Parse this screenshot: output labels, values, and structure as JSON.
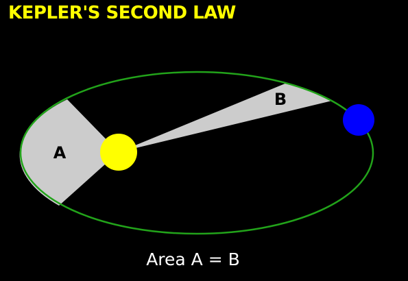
{
  "title": "KEPLER'S SECOND LAW",
  "caption": "Area A = B",
  "labels": {
    "region_a": "A",
    "region_b": "B"
  },
  "colors": {
    "background": "#000000",
    "title": "#ffff00",
    "orbit": "#22a31a",
    "sun": "#ffff00",
    "planet": "#0000ff",
    "swept_area": "#cccccc",
    "caption": "#ffffff"
  }
}
